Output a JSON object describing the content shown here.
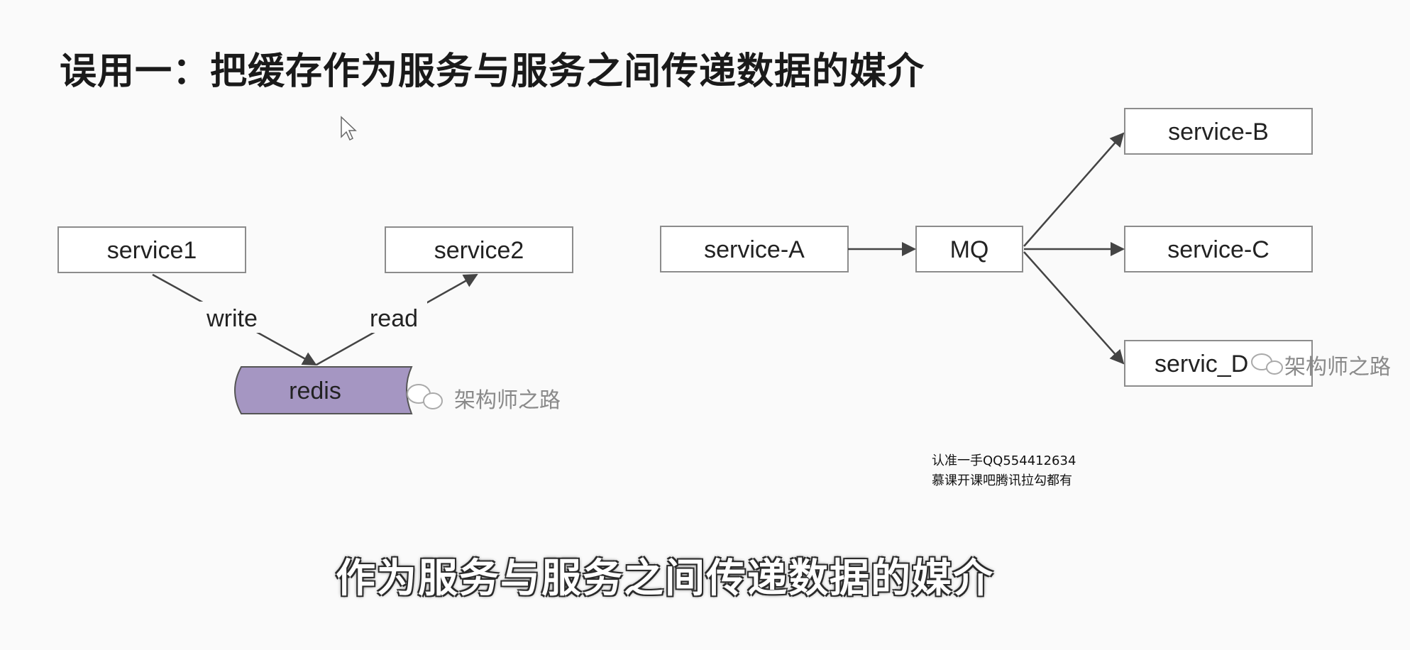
{
  "slide": {
    "title": "误用一：把缓存作为服务与服务之间传递数据的媒介"
  },
  "left_diagram": {
    "service1": "service1",
    "service2": "service2",
    "redis": "redis",
    "write_label": "write",
    "read_label": "read"
  },
  "right_diagram": {
    "service_a": "service-A",
    "mq": "MQ",
    "service_b": "service-B",
    "service_c": "service-C",
    "service_d": "servic_D"
  },
  "watermark": {
    "text": "架构师之路"
  },
  "note": {
    "line1": "认准一手QQ554412634",
    "line2": "慕课开课吧腾讯拉勾都有"
  },
  "subtitle": {
    "text": "作为服务与服务之间传递数据的媒介"
  },
  "colors": {
    "redis_fill": "#a596c2",
    "box_border": "#8c8c8c",
    "arrow": "#444444"
  },
  "icons": [
    "mouse-cursor-icon",
    "wechat-logo-icon",
    "arrowhead-icon"
  ]
}
